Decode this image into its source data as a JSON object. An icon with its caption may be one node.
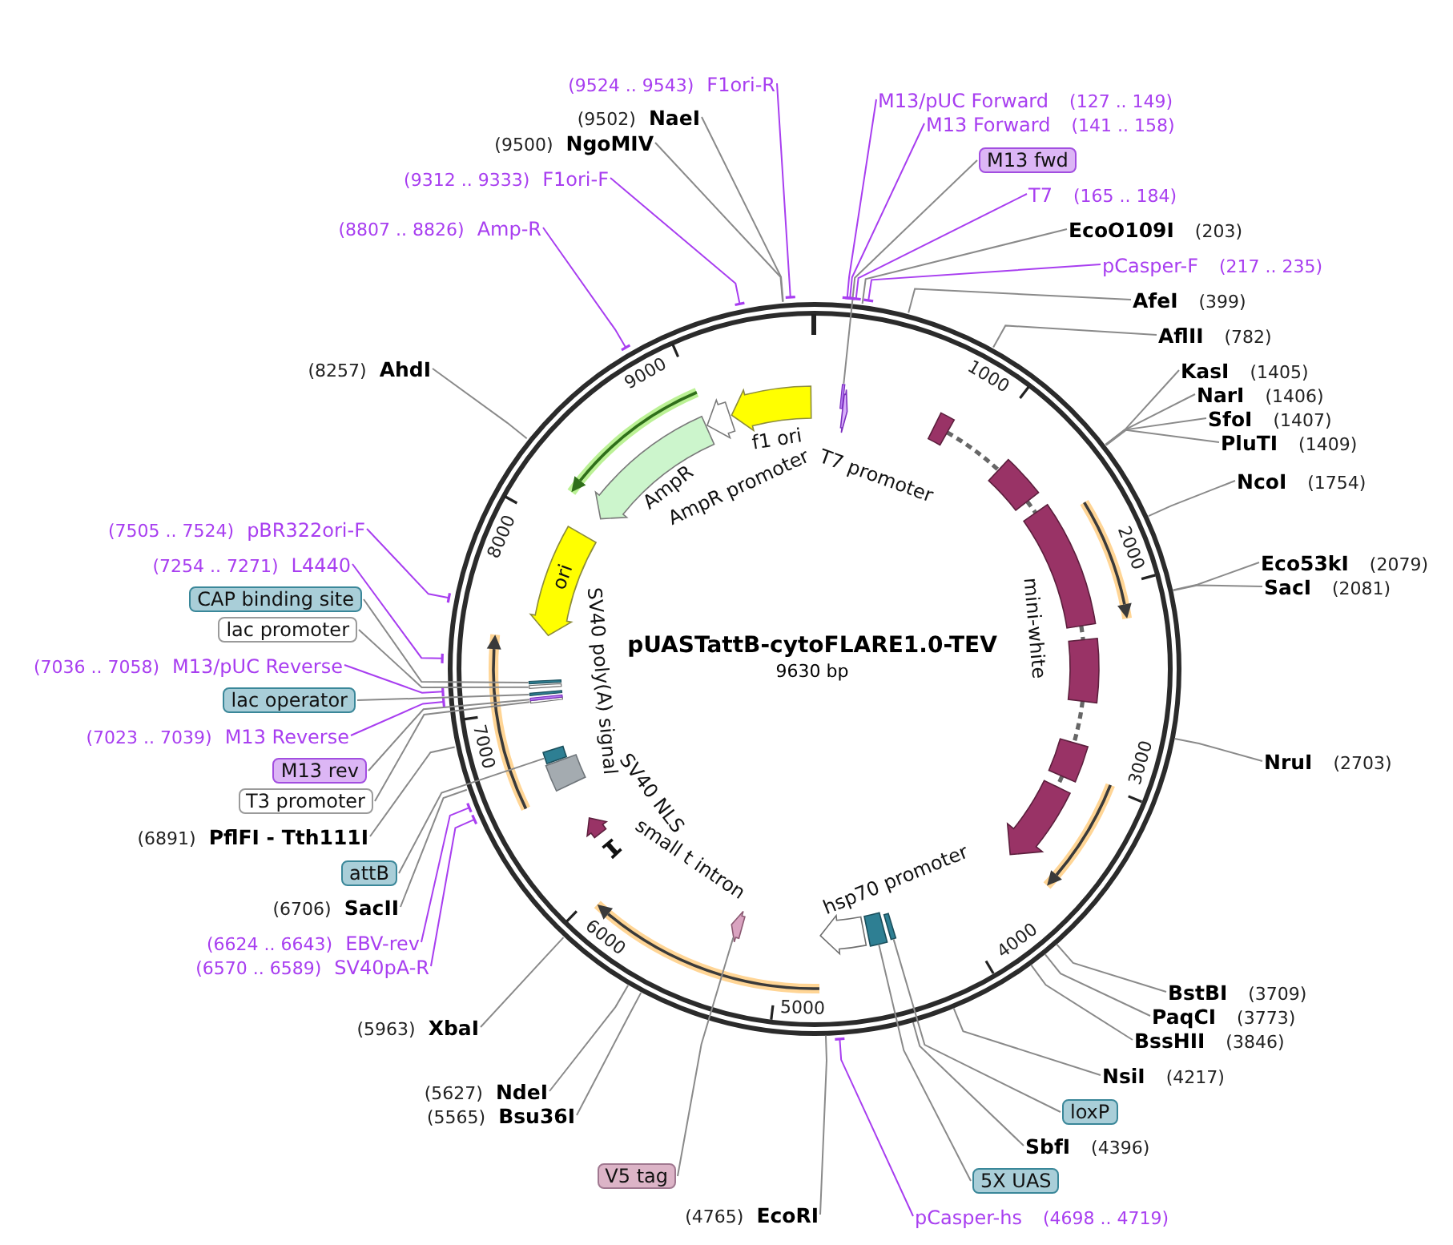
{
  "diagram": {
    "title": "pUASTattB-cytoFLARE1.0-TEV",
    "nodes": [
      {
        "text": [],
        "shape": "circle"
      },
      {
        "text": [],
        "shape": "bar",
        "in": 0
      },
      {
        "text": [],
        "shape": "arrow",
        "in": 0
      },
      {
        "text": [
          "mini-white"
        ],
        "in": 0
      },
      {
        "text": [],
        "shape": "box",
        "in": 0
      },
      {
        "text": [],
        "shape": "box",
        "in": 0
      },
      {
        "text": [],
        "shape": "arrow",
        "in": 0,
        "beside": [
          "hsp70 promoter"
        ]
      },
      {
        "text": [],
        "shape": "arrow",
        "in": 0
      },
      {
        "text": [],
        "shape": "bar",
        "in": 0,
        "beside": [
          "small t intron"
        ]
      },
      {
        "text": [],
        "shape": "arrow",
        "in": 0,
        "beside": [
          "SV40 NLS"
        ]
      },
      {
        "text": [],
        "shape": "box",
        "in": 0,
        "beside": [
          "SV40 poly(A) signal"
        ]
      },
      {
        "text": [],
        "shape": "box",
        "in": 0
      },
      {
        "text": [],
        "shape": "bar",
        "in": 0
      },
      {
        "text": [],
        "shape": "bar",
        "in": 0
      },
      {
        "text": [],
        "shape": "bar",
        "in": 0
      },
      {
        "text": [],
        "shape": "bar",
        "in": 0
      },
      {
        "text": [],
        "shape": "bar",
        "in": 0
      },
      {
        "text": [
          "ori"
        ],
        "in": 0
      },
      {
        "text": [],
        "shape": "arrow",
        "in": 0,
        "beside": [
          "AmpR"
        ]
      },
      {
        "text": [],
        "shape": "arrow",
        "in": 0
      },
      {
        "text": [],
        "shape": "arrow",
        "in": 0,
        "beside": [
          "f1 ori"
        ]
      },
      {
        "text": [
          "M13/pUC Forward",
          "(127 .. 149)"
        ]
      },
      {
        "text": [
          "M13 Forward",
          "(141 .. 158)"
        ]
      },
      {
        "text": [
          "M13 fwd"
        ]
      },
      {
        "text": [
          "T7",
          "(165 .. 184)"
        ]
      },
      {
        "text": [
          "EcoO109I",
          "(203)"
        ]
      },
      {
        "text": [
          "pCasper-F",
          "(217 .. 235)"
        ]
      },
      {
        "text": [
          "AfeI",
          "(399)"
        ]
      },
      {
        "text": [
          "AflII",
          "(782)"
        ]
      },
      {
        "text": [
          "KasI",
          "(1405)"
        ]
      },
      {
        "text": [
          "NarI",
          "(1406)"
        ]
      },
      {
        "text": [
          "SfoI",
          "(1407)"
        ]
      },
      {
        "text": [
          "PluTI",
          "(1409)"
        ]
      },
      {
        "text": [
          "NcoI",
          "(1754)"
        ]
      },
      {
        "text": [
          "Eco53kI",
          "(2079)"
        ]
      },
      {
        "text": [
          "SacI",
          "(2081)"
        ]
      },
      {
        "text": [
          "NruI",
          "(2703)"
        ]
      },
      {
        "text": [
          "BstBI",
          "(3709)"
        ]
      },
      {
        "text": [
          "PaqCI",
          "(3773)"
        ]
      },
      {
        "text": [
          "BssHII",
          "(3846)"
        ]
      },
      {
        "text": [
          "NsiI",
          "(4217)"
        ]
      },
      {
        "text": [
          "loxP"
        ]
      },
      {
        "text": [
          "SbfI",
          "(4396)"
        ]
      },
      {
        "text": [
          "5X UAS"
        ]
      },
      {
        "text": [
          "pCasper-hs",
          "(4698 .. 4719)"
        ]
      },
      {
        "text": [
          "(4765)",
          "EcoRI"
        ]
      },
      {
        "text": [
          "V5 tag"
        ]
      },
      {
        "text": [
          "(5565)",
          "Bsu36I"
        ]
      },
      {
        "text": [
          "(5627)",
          "NdeI"
        ]
      },
      {
        "text": [
          "(5963)",
          "XbaI"
        ]
      },
      {
        "text": [
          "(6570 .. 6589)",
          "SV40pA-R"
        ]
      },
      {
        "text": [
          "(6624 .. 6643)",
          "EBV-rev"
        ]
      },
      {
        "text": [
          "(6706)",
          "SacII"
        ]
      },
      {
        "text": [
          "attB"
        ]
      },
      {
        "text": [
          "(6891)",
          "PflFI - Tth111I"
        ]
      },
      {
        "text": [
          "T3 promoter"
        ]
      },
      {
        "text": [
          "M13 rev"
        ]
      },
      {
        "text": [
          "(7023 .. 7039)",
          "M13 Reverse"
        ]
      },
      {
        "text": [
          "lac operator"
        ]
      },
      {
        "text": [
          "(7036 .. 7058)",
          "M13/pUC Reverse"
        ]
      },
      {
        "text": [
          "lac promoter"
        ]
      },
      {
        "text": [
          "CAP binding site"
        ]
      },
      {
        "text": [
          "(7254 .. 7271)",
          "L4440"
        ]
      },
      {
        "text": [
          "(7505 .. 7524)",
          "pBR322ori-F"
        ]
      },
      {
        "text": [
          "(8257)",
          "AhdI"
        ]
      },
      {
        "text": [
          "(8807 .. 8826)",
          "Amp-R"
        ]
      },
      {
        "text": [
          "(9312 .. 9333)",
          "F1ori-F"
        ]
      },
      {
        "text": [
          "(9500)",
          "NgoMIV"
        ]
      },
      {
        "text": [
          "(9502)",
          "NaeI"
        ]
      },
      {
        "text": [
          "(9524 .. 9543)",
          "F1ori-R"
        ]
      }
    ],
    "edges": [
      {
        "from": 21,
        "to": 0,
        "arrow": "other",
        "color": "#a83ef0"
      },
      {
        "from": 22,
        "to": 0,
        "arrow": "other",
        "color": "#a83ef0"
      },
      {
        "from": 23,
        "to": 1,
        "arrow": "none"
      },
      {
        "from": 24,
        "to": 0,
        "arrow": "other",
        "color": "#a83ef0"
      },
      {
        "from": 25,
        "to": 0,
        "arrow": "none"
      },
      {
        "from": 26,
        "to": 0,
        "arrow": "other",
        "color": "#a83ef0"
      },
      {
        "from": 27,
        "to": 0,
        "arrow": "none"
      },
      {
        "from": 28,
        "to": 0,
        "arrow": "none"
      },
      {
        "from": 29,
        "to": 0,
        "arrow": "none"
      },
      {
        "from": 30,
        "to": 0,
        "arrow": "none"
      },
      {
        "from": 31,
        "to": 0,
        "arrow": "none"
      },
      {
        "from": 32,
        "to": 0,
        "arrow": "none"
      },
      {
        "from": 33,
        "to": 0,
        "arrow": "none"
      },
      {
        "from": 34,
        "to": 0,
        "arrow": "none"
      },
      {
        "from": 35,
        "to": 0,
        "arrow": "none"
      },
      {
        "from": 36,
        "to": 0,
        "arrow": "none"
      },
      {
        "from": 37,
        "to": 0,
        "arrow": "none"
      },
      {
        "from": 38,
        "to": 0,
        "arrow": "none"
      },
      {
        "from": 39,
        "to": 0,
        "arrow": "none"
      },
      {
        "from": 40,
        "to": 0,
        "arrow": "none"
      },
      {
        "from": 41,
        "to": 4,
        "arrow": "none"
      },
      {
        "from": 42,
        "to": 0,
        "arrow": "none"
      },
      {
        "from": 43,
        "to": 5,
        "arrow": "none"
      },
      {
        "from": 44,
        "to": 0,
        "arrow": "other",
        "color": "#a83ef0"
      },
      {
        "from": 45,
        "to": 0,
        "arrow": "none"
      },
      {
        "from": 46,
        "to": 7,
        "arrow": "none"
      },
      {
        "from": 47,
        "to": 0,
        "arrow": "none"
      },
      {
        "from": 48,
        "to": 0,
        "arrow": "none"
      },
      {
        "from": 49,
        "to": 0,
        "arrow": "none"
      },
      {
        "from": 50,
        "to": 0,
        "arrow": "other",
        "color": "#a83ef0"
      },
      {
        "from": 51,
        "to": 0,
        "arrow": "other",
        "color": "#a83ef0"
      },
      {
        "from": 52,
        "to": 0,
        "arrow": "none"
      },
      {
        "from": 53,
        "to": 11,
        "arrow": "none"
      },
      {
        "from": 54,
        "to": 0,
        "arrow": "none"
      },
      {
        "from": 55,
        "to": 12,
        "arrow": "none"
      },
      {
        "from": 56,
        "to": 13,
        "arrow": "none"
      },
      {
        "from": 57,
        "to": 0,
        "arrow": "other",
        "color": "#a83ef0"
      },
      {
        "from": 58,
        "to": 14,
        "arrow": "none"
      },
      {
        "from": 59,
        "to": 0,
        "arrow": "other",
        "color": "#a83ef0"
      },
      {
        "from": 60,
        "to": 15,
        "arrow": "none"
      },
      {
        "from": 61,
        "to": 16,
        "arrow": "none"
      },
      {
        "from": 62,
        "to": 0,
        "arrow": "other",
        "color": "#a83ef0"
      },
      {
        "from": 63,
        "to": 0,
        "arrow": "other",
        "color": "#a83ef0"
      },
      {
        "from": 64,
        "to": 0,
        "arrow": "none"
      },
      {
        "from": 65,
        "to": 0,
        "arrow": "other",
        "color": "#a83ef0"
      },
      {
        "from": 66,
        "to": 0,
        "arrow": "other",
        "color": "#a83ef0"
      },
      {
        "from": 67,
        "to": 0,
        "arrow": "none"
      },
      {
        "from": 68,
        "to": 0,
        "arrow": "none"
      },
      {
        "from": 69,
        "to": 0,
        "arrow": "other",
        "color": "#a83ef0"
      }
    ],
    "labels": [
      "9630 bp",
      "1000",
      "2000",
      "3000",
      "4000",
      "5000",
      "6000",
      "7000",
      "8000",
      "9000",
      "AmpR promoter",
      "T7 promoter"
    ]
  }
}
